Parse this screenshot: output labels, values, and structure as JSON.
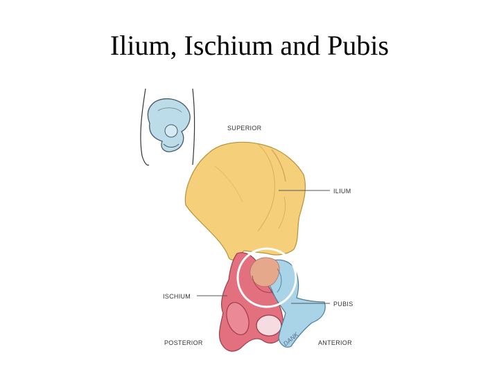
{
  "title": "Ilium, Ischium and Pubis",
  "labels": {
    "superior": "SUPERIOR",
    "ilium": "ILIUM",
    "ischium": "ISCHIUM",
    "pubis": "PUBIS",
    "posterior": "POSTERIOR",
    "anterior": "ANTERIOR"
  },
  "signature": "DANK",
  "colors": {
    "ilium": "#f6cf7a",
    "ischium": "#e3707e",
    "pubis": "#a9d3e6",
    "inset_bone": "#bcdcea",
    "background": "#ffffff"
  }
}
